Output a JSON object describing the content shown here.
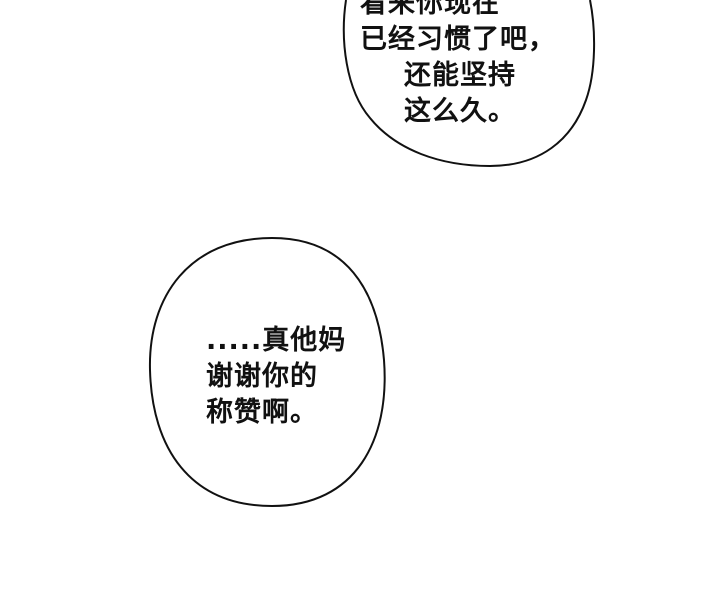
{
  "bubbles": [
    {
      "lines": [
        "看来你现在",
        "已经习惯了吧，",
        "还能坚持",
        "这么久。"
      ]
    },
    {
      "lines": [
        ".....真他妈",
        "谢谢你的",
        "称赞啊。"
      ]
    }
  ],
  "colors": {
    "background": "#ffffff",
    "outline": "#111111",
    "text": "#111111"
  }
}
